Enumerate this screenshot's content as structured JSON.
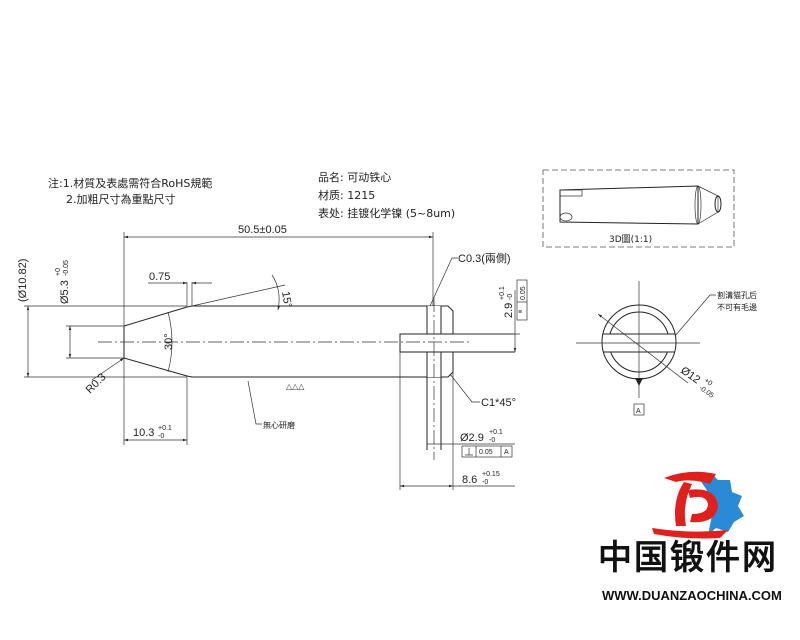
{
  "notes": {
    "line1": "注:1.材質及表處需符合RoHS規範",
    "line2": "2.加粗尺寸為重點尺寸"
  },
  "spec": {
    "name": "品名: 可动铁心",
    "material": "材质: 1215",
    "surface": "表处: 挂镀化学镍 (5~8um)"
  },
  "view3d": {
    "caption": "3D圖(1:1)"
  },
  "dims": {
    "length": "50.5±0.05",
    "chamfer_c03": "C0.3(兩側)",
    "slot_w": "2.9",
    "slot_w_tol_up": "+0.1",
    "slot_w_tol_lo": "-0",
    "sym_tol": "0.05",
    "step": "0.75",
    "angle15": "15°",
    "angle30": "30°",
    "dia_outer": "(Ø10.82)",
    "dia_tip": "Ø5.3",
    "dia_tip_up": "+0",
    "dia_tip_lo": "-0.05",
    "radius": "R0.3",
    "cone_len": "10.3",
    "cone_len_up": "+0.1",
    "cone_len_lo": "-0",
    "grind_note": "無心研磨",
    "chamfer_c1": "C1*45°",
    "hole_dia": "Ø2.9",
    "hole_up": "+0.1",
    "hole_lo": "-0",
    "perp_tol": "0.05",
    "datum_ref": "A",
    "hole_pos": "8.6",
    "hole_pos_up": "+0.15",
    "hole_pos_lo": "-0"
  },
  "side_view": {
    "note1": "割溝猫孔后",
    "note2": "不可有毛邊",
    "dia": "Ø12",
    "dia_up": "+0",
    "dia_lo": "-0.05",
    "datum": "A"
  },
  "logo": {
    "name": "中国锻件网",
    "url": "WWW.DUANZAOCHINA.COM",
    "red": "#e0201c",
    "blue": "#2a8ad6"
  }
}
